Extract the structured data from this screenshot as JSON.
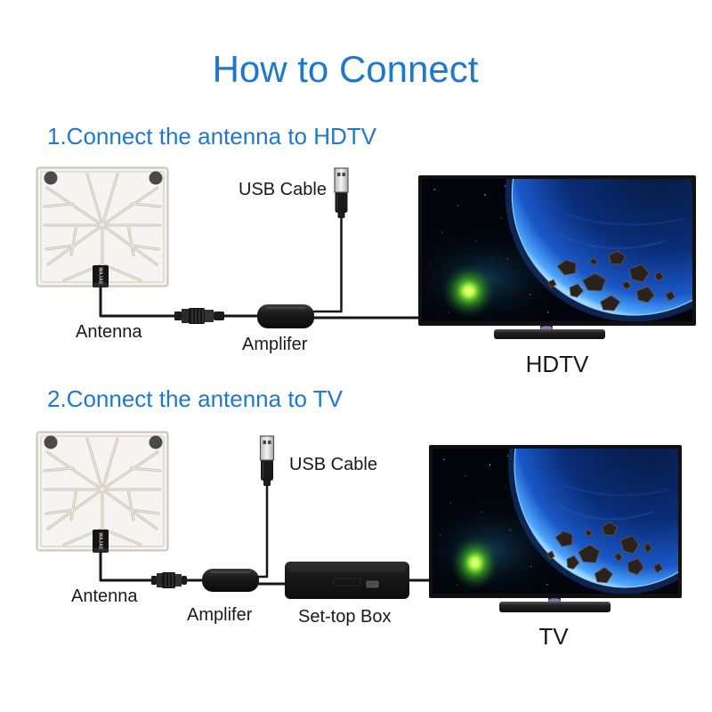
{
  "title": "How to Connect",
  "colors": {
    "heading": "#1e78cf",
    "label": "#1a1a1a",
    "cable": "#161616"
  },
  "connector_brand": "WAJAE",
  "step1": {
    "heading": "1.Connect the antenna to HDTV",
    "antenna_label": "Antenna",
    "amplifier_label": "Amplifer",
    "usb_label": "USB Cable",
    "tv_label": "HDTV"
  },
  "step2": {
    "heading": "2.Connect the antenna to TV",
    "antenna_label": "Antenna",
    "amplifier_label": "Amplifer",
    "usb_label": "USB Cable",
    "set_top_box_label": "Set-top Box",
    "tv_label": "TV"
  }
}
